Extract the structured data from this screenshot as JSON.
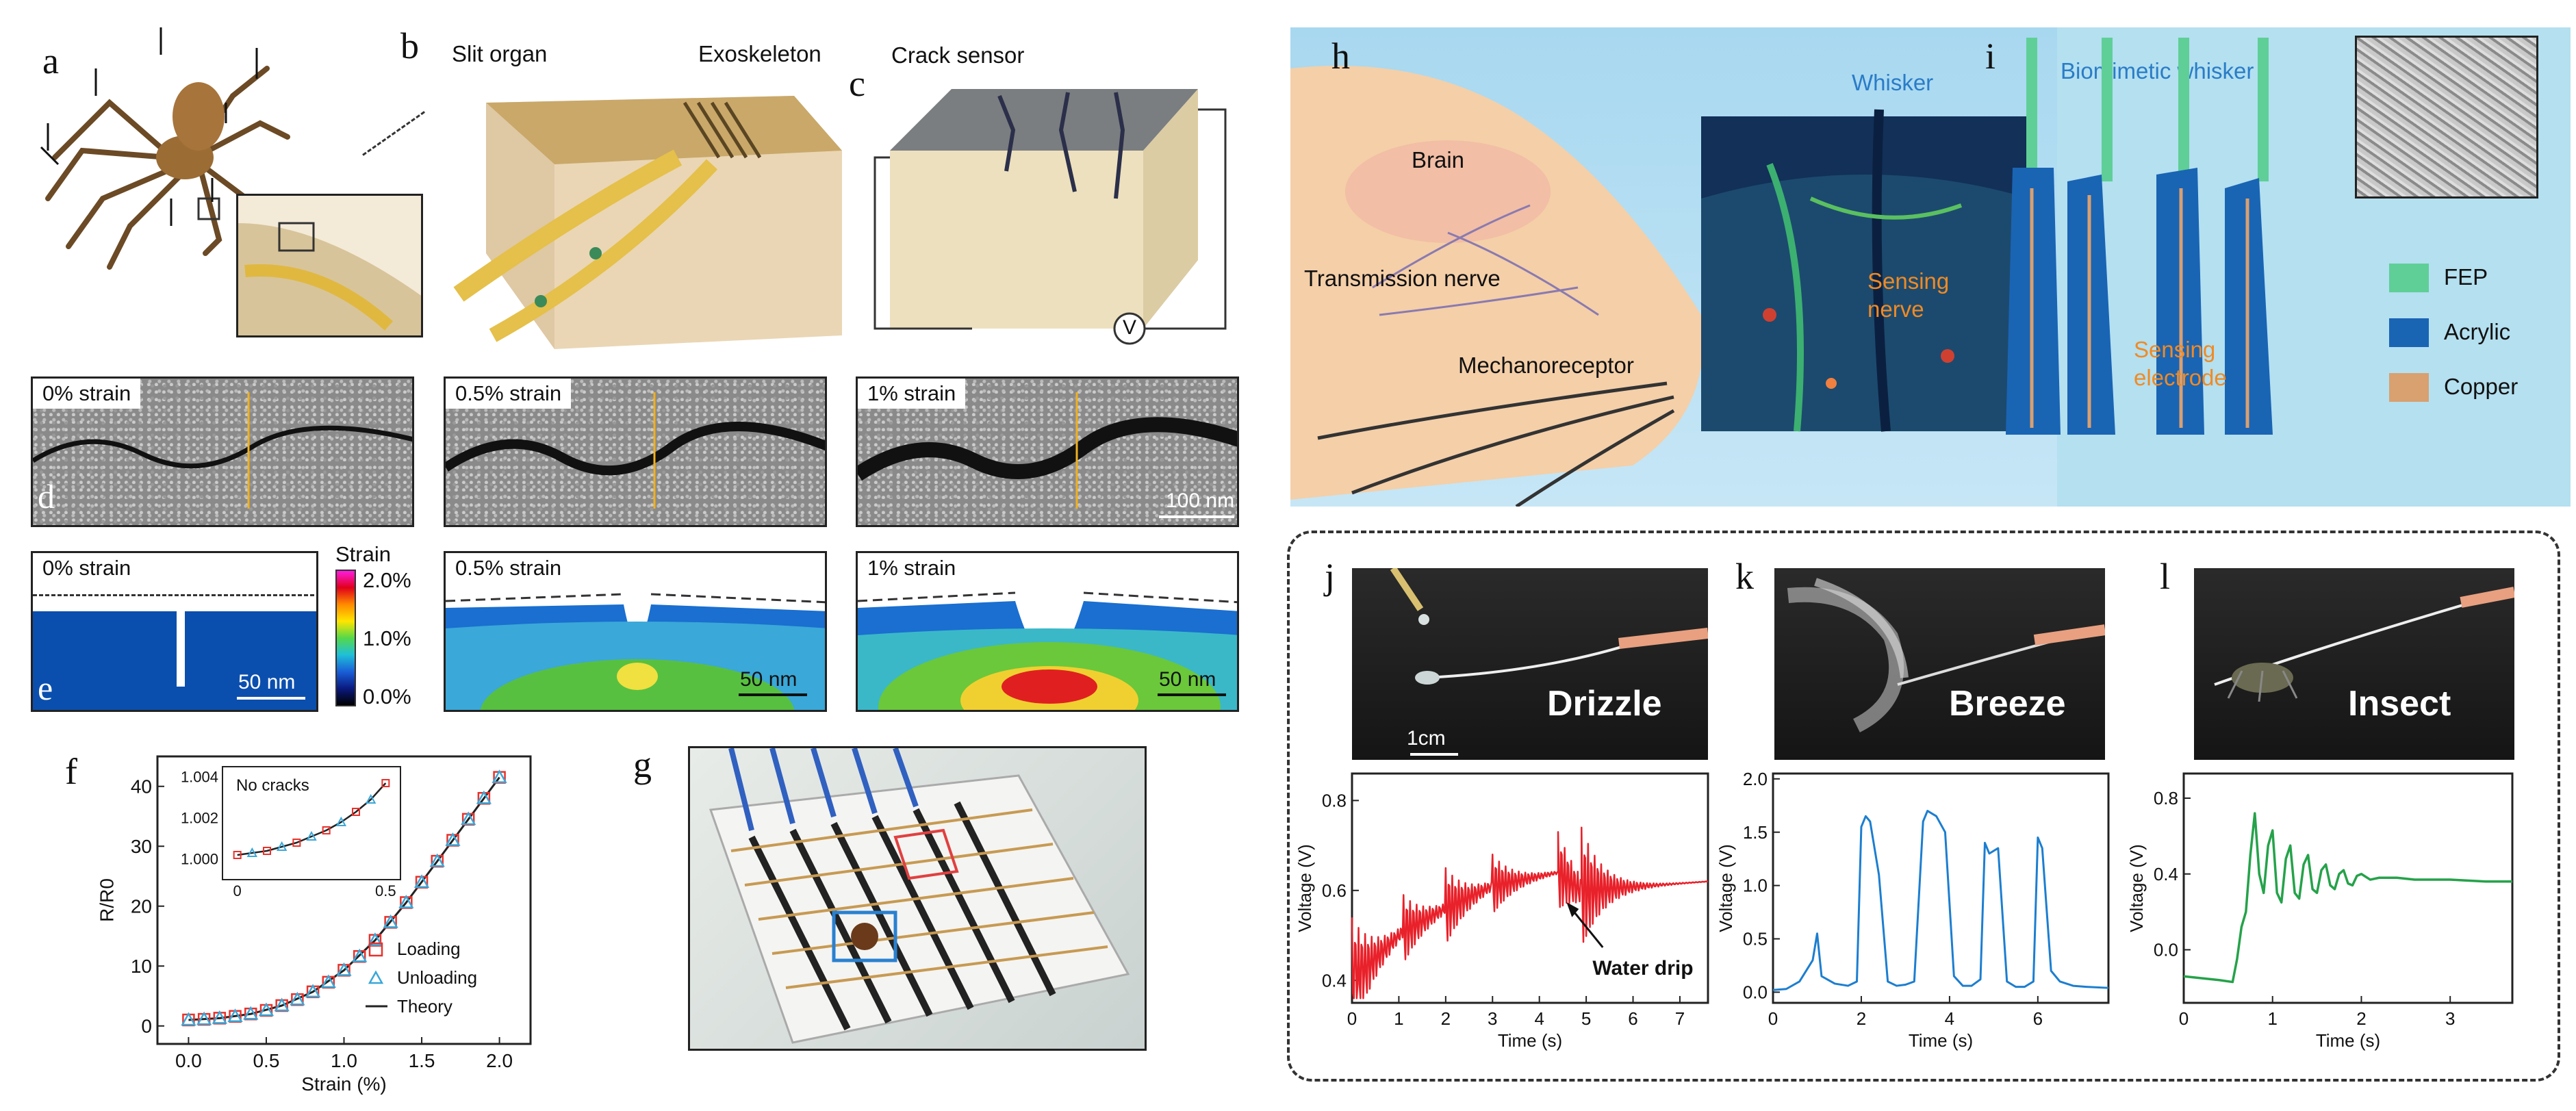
{
  "panel_letters": {
    "a": "a",
    "b": "b",
    "c": "c",
    "d": "d",
    "e": "e",
    "f": "f",
    "g": "g",
    "h": "h",
    "i": "i",
    "j": "j",
    "k": "k",
    "l": "l"
  },
  "labels": {
    "slit_organ": "Slit organ",
    "exoskeleton": "Exoskeleton",
    "crack_sensor": "Crack sensor",
    "voltmeter": "V",
    "sem_0": "0% strain",
    "sem_05": "0.5% strain",
    "sem_1": "1% strain",
    "scale_100nm": "100 nm",
    "sim_0": "0% strain",
    "sim_05": "0.5% strain",
    "sim_1": "1% strain",
    "scale_50nm": "50 nm",
    "strain_title": "Strain",
    "colorbar_ticks": [
      "2.0%",
      "1.0%",
      "0.0%"
    ],
    "brain": "Brain",
    "transmission_nerve": "Transmission nerve",
    "mechanoreceptor": "Mechanoreceptor",
    "whisker": "Whisker",
    "sensing_nerve": "Sensing\nnerve",
    "biomimetic_whisker": "Biomimetic whisker",
    "sensing_electrode": "Sensing\nelectrode",
    "legend_fep": "FEP",
    "legend_acrylic": "Acrylic",
    "legend_copper": "Copper",
    "drizzle": "Drizzle",
    "breeze": "Breeze",
    "insect": "Insect",
    "scale_1cm": "1cm",
    "water_drip": "Water drip"
  },
  "colors": {
    "fep": "#5fcf97",
    "acrylic": "#1a64b4",
    "copper": "#d9a070",
    "chart_red": "#e8212a",
    "chart_blue": "#1c7ed0",
    "chart_green": "#25a24a",
    "loading": "#e8322c",
    "unloading": "#3aa7d8",
    "theory": "#222222",
    "whisker_text": "#2a7cc7",
    "orange_text": "#f08a24"
  },
  "chart_data": [
    {
      "type": "line",
      "id": "f",
      "xlabel": "Strain (%)",
      "ylabel": "R/R0",
      "xlim": [
        -0.2,
        2.2
      ],
      "ylim": [
        -3,
        45
      ],
      "xticks": [
        "0.0",
        "0.5",
        "1.0",
        "1.5",
        "2.0"
      ],
      "xtick_values": [
        0,
        0.5,
        1.0,
        1.5,
        2.0
      ],
      "yticks": [
        "0",
        "10",
        "20",
        "30",
        "40"
      ],
      "ytick_values": [
        0,
        10,
        20,
        30,
        40
      ],
      "legend": [
        "Loading",
        "Unloading",
        "Theory"
      ],
      "legend_placement": "bottom-right",
      "series": [
        {
          "name": "Loading",
          "marker": "square",
          "x": [
            0,
            0.1,
            0.2,
            0.3,
            0.4,
            0.5,
            0.6,
            0.7,
            0.8,
            0.9,
            1.0,
            1.1,
            1.2,
            1.3,
            1.4,
            1.5,
            1.6,
            1.7,
            1.8,
            1.9,
            2.0
          ],
          "y": [
            1.0,
            1.1,
            1.3,
            1.6,
            2.0,
            2.6,
            3.4,
            4.4,
            5.7,
            7.3,
            9.3,
            11.6,
            14.3,
            17.3,
            20.6,
            24.0,
            27.5,
            31.0,
            34.5,
            38.0,
            41.5
          ]
        },
        {
          "name": "Unloading",
          "marker": "triangle",
          "x": [
            0,
            0.1,
            0.2,
            0.3,
            0.4,
            0.5,
            0.6,
            0.7,
            0.8,
            0.9,
            1.0,
            1.1,
            1.2,
            1.3,
            1.4,
            1.5,
            1.6,
            1.7,
            1.8,
            1.9,
            2.0
          ],
          "y": [
            1.0,
            1.1,
            1.3,
            1.6,
            2.0,
            2.6,
            3.4,
            4.4,
            5.7,
            7.3,
            9.3,
            11.6,
            14.3,
            17.3,
            20.6,
            24.0,
            27.5,
            31.0,
            34.5,
            38.0,
            41.5
          ]
        },
        {
          "name": "Theory",
          "marker": "line",
          "x": [
            0,
            0.2,
            0.4,
            0.6,
            0.8,
            1.0,
            1.2,
            1.4,
            1.6,
            1.8,
            2.0
          ],
          "y": [
            1.0,
            1.3,
            2.0,
            3.4,
            5.7,
            9.3,
            14.3,
            20.6,
            27.5,
            34.5,
            41.5
          ]
        }
      ],
      "inset": {
        "annotation": "No cracks",
        "xlim": [
          -0.05,
          0.55
        ],
        "ylim": [
          0.999,
          1.0045
        ],
        "xticks": [
          "0",
          "0.5"
        ],
        "xtick_values": [
          0,
          0.5
        ],
        "yticks": [
          "1.000",
          "1.002",
          "1.004"
        ],
        "ytick_values": [
          1.0,
          1.002,
          1.004
        ],
        "x": [
          0,
          0.05,
          0.1,
          0.15,
          0.2,
          0.25,
          0.3,
          0.35,
          0.4,
          0.45,
          0.5
        ],
        "y": [
          1.0002,
          1.0003,
          1.0004,
          1.0006,
          1.0008,
          1.0011,
          1.0014,
          1.0018,
          1.0023,
          1.0029,
          1.0037
        ]
      }
    },
    {
      "type": "line",
      "id": "j",
      "xlabel": "Time (s)",
      "ylabel": "Voltage (V)",
      "xlim": [
        0,
        7.6
      ],
      "ylim": [
        0.35,
        0.86
      ],
      "xticks": [
        "0",
        "1",
        "2",
        "3",
        "4",
        "5",
        "6",
        "7"
      ],
      "xtick_values": [
        0,
        1,
        2,
        3,
        4,
        5,
        6,
        7
      ],
      "yticks": [
        "0.4",
        "0.6",
        "0.8"
      ],
      "ytick_values": [
        0.4,
        0.6,
        0.8
      ],
      "annotation": "Water drip",
      "drop_times": [
        0,
        1.1,
        2.0,
        3.0,
        4.4,
        4.9
      ],
      "drop_peaks": [
        0.54,
        0.59,
        0.65,
        0.68,
        0.73,
        0.74
      ],
      "baselines": [
        0.4,
        0.51,
        0.56,
        0.61,
        0.64,
        0.6
      ],
      "end_level": 0.62
    },
    {
      "type": "line",
      "id": "k",
      "xlabel": "Time (s)",
      "ylabel": "Voltage (V)",
      "xlim": [
        0,
        7.6
      ],
      "ylim": [
        -0.1,
        2.05
      ],
      "xticks": [
        "0",
        "2",
        "4",
        "6"
      ],
      "xtick_values": [
        0,
        2,
        4,
        6
      ],
      "yticks": [
        "0.0",
        "0.5",
        "1.0",
        "1.5",
        "2.0"
      ],
      "ytick_values": [
        0,
        0.5,
        1.0,
        1.5,
        2.0
      ],
      "x": [
        0,
        0.3,
        0.6,
        0.9,
        1.0,
        1.1,
        1.4,
        1.7,
        1.9,
        2.0,
        2.1,
        2.2,
        2.4,
        2.6,
        2.8,
        3.0,
        3.2,
        3.4,
        3.5,
        3.7,
        3.9,
        4.1,
        4.3,
        4.5,
        4.7,
        4.8,
        4.9,
        5.1,
        5.3,
        5.5,
        5.7,
        5.9,
        6.0,
        6.1,
        6.3,
        6.5,
        6.8,
        7.1,
        7.6
      ],
      "y": [
        0.02,
        0.03,
        0.1,
        0.3,
        0.55,
        0.15,
        0.08,
        0.06,
        0.1,
        1.55,
        1.65,
        1.6,
        1.1,
        0.1,
        0.06,
        0.07,
        0.1,
        1.6,
        1.7,
        1.65,
        1.5,
        0.15,
        0.06,
        0.06,
        0.12,
        1.4,
        1.3,
        1.35,
        0.1,
        0.05,
        0.05,
        0.1,
        1.45,
        1.35,
        0.2,
        0.1,
        0.06,
        0.05,
        0.04
      ]
    },
    {
      "type": "line",
      "id": "l",
      "xlabel": "Time (s)",
      "ylabel": "Voltage (V)",
      "xlim": [
        0,
        3.7
      ],
      "ylim": [
        -0.28,
        0.93
      ],
      "xticks": [
        "0",
        "1",
        "2",
        "3"
      ],
      "xtick_values": [
        0,
        1,
        2,
        3
      ],
      "yticks": [
        "0.0",
        "0.4",
        "0.8"
      ],
      "ytick_values": [
        0,
        0.4,
        0.8
      ],
      "x": [
        0,
        0.2,
        0.4,
        0.55,
        0.6,
        0.65,
        0.7,
        0.75,
        0.8,
        0.85,
        0.9,
        0.95,
        1.0,
        1.05,
        1.1,
        1.15,
        1.2,
        1.25,
        1.3,
        1.35,
        1.4,
        1.45,
        1.5,
        1.55,
        1.6,
        1.65,
        1.7,
        1.75,
        1.8,
        1.85,
        1.9,
        1.95,
        2.0,
        2.1,
        2.2,
        2.4,
        2.6,
        3.0,
        3.4,
        3.7
      ],
      "y": [
        -0.14,
        -0.15,
        -0.16,
        -0.17,
        -0.05,
        0.12,
        0.2,
        0.5,
        0.72,
        0.4,
        0.3,
        0.55,
        0.63,
        0.3,
        0.25,
        0.48,
        0.55,
        0.3,
        0.27,
        0.45,
        0.5,
        0.32,
        0.3,
        0.42,
        0.45,
        0.34,
        0.32,
        0.4,
        0.42,
        0.35,
        0.34,
        0.39,
        0.4,
        0.37,
        0.38,
        0.38,
        0.37,
        0.37,
        0.36,
        0.36
      ]
    }
  ]
}
